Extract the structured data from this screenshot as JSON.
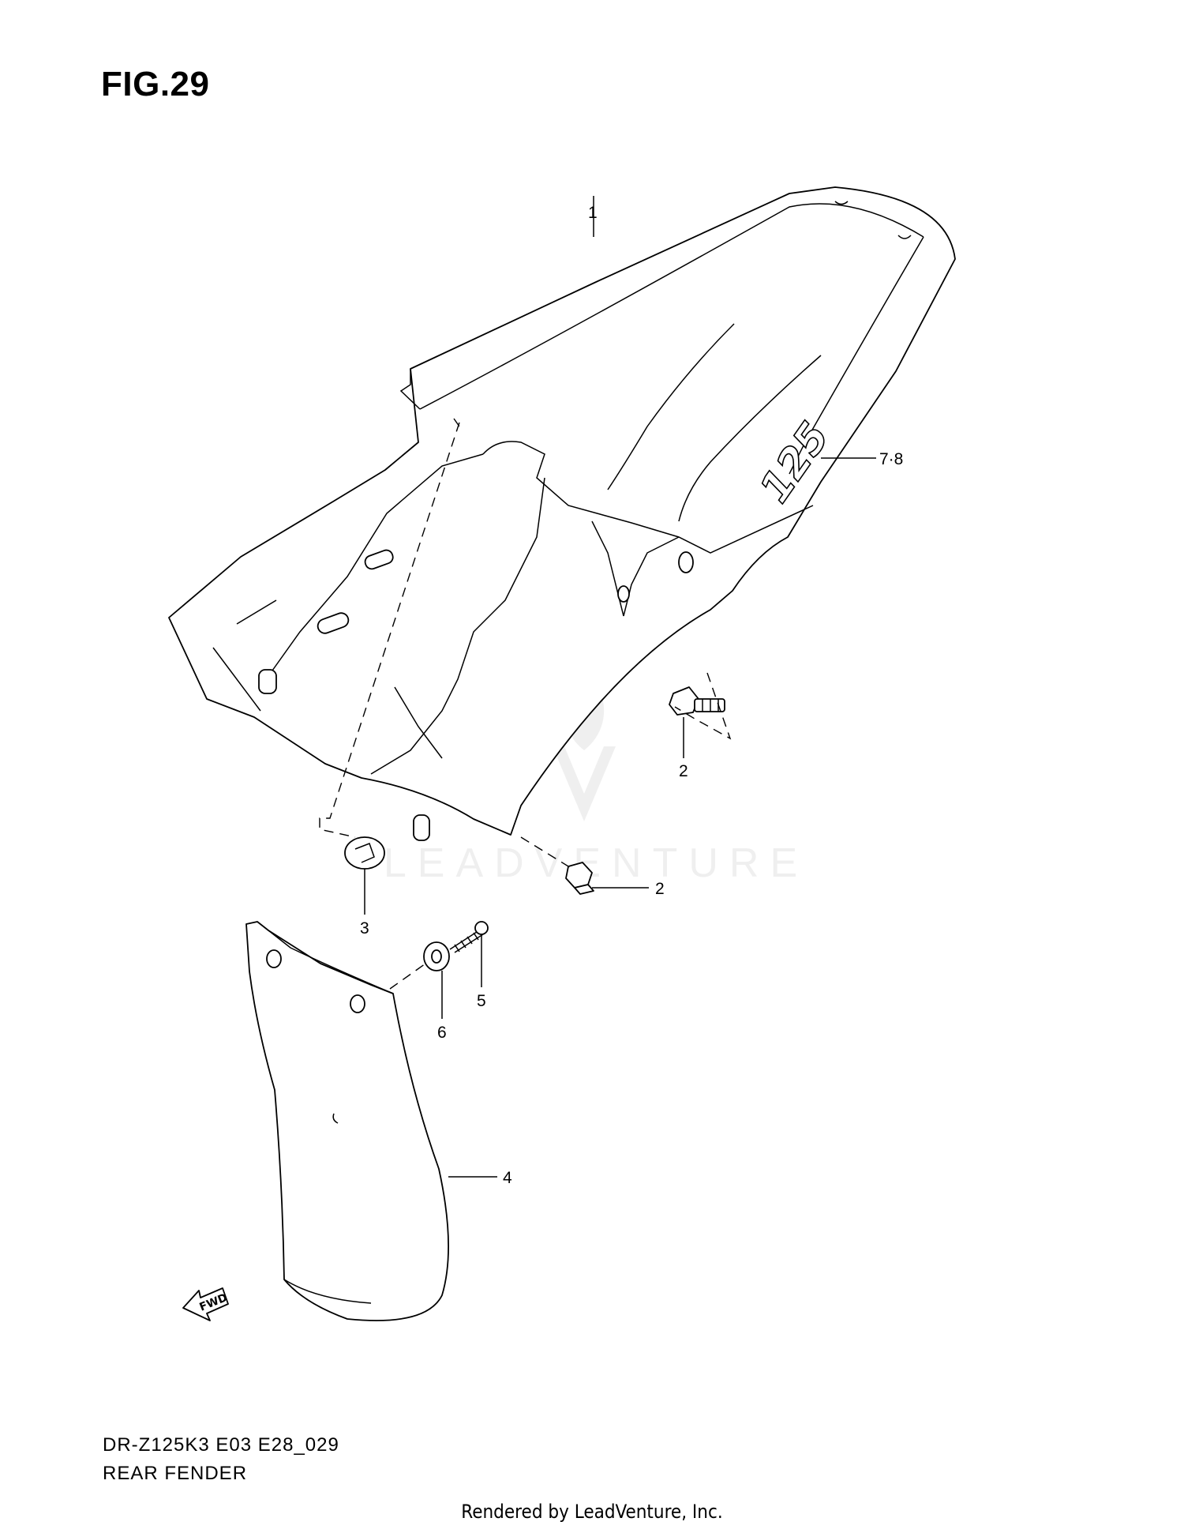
{
  "figure": {
    "title": "FIG.29"
  },
  "diagram_code": "DR-Z125K3 E03 E28_029",
  "diagram_name": "REAR FENDER",
  "footer": "Rendered by LeadVenture, Inc.",
  "watermark": "LEADVENTURE",
  "fender_decal": "125",
  "direction_arrow": "FWD",
  "callouts": {
    "c1": "1",
    "c2a": "2",
    "c2b": "2",
    "c3": "3",
    "c4": "4",
    "c5": "5",
    "c6": "6",
    "c78": "7·8"
  }
}
